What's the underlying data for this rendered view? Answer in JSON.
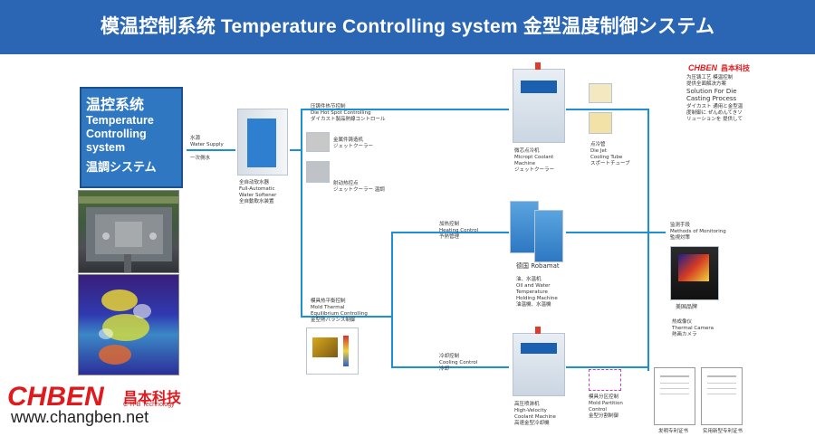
{
  "header": {
    "title": "模温控制系统 Temperature  Controlling system 金型温度制御システム"
  },
  "side_panel": {
    "title_cn": "温控系统",
    "title_en_lines": [
      "Temperature",
      "Controlling",
      "system"
    ],
    "title_jp": "温調システム"
  },
  "brand": {
    "logo_en": "CHBEN",
    "logo_cn": "昌本科技",
    "logo_sub": "C·H·B Technology",
    "website": "www.changben.net"
  },
  "top_right": {
    "logo_en": "CHBEN",
    "logo_cn": "昌本科技",
    "lines": [
      "为压铸工艺 模温控制",
      "提供全面解决方案",
      "Solution For Die",
      "Casting Process",
      "ダイカスト 通用と金型温",
      "度制御に ぜんめんてきソ",
      "リューションを 提供して"
    ]
  },
  "nodes": {
    "water_supply": [
      "水源",
      "Water Supply",
      "一次側水"
    ],
    "softener": [
      "全自动软水器",
      "Full-Automatic",
      "Water Softener",
      "全自動軟水装置"
    ],
    "hot_spot": [
      "压铸件热节控制",
      "Die Hot Spot Controlling",
      "ダイカスト製品熱線コントロール"
    ],
    "die_casting_machine": [
      "金属件铸造机",
      "ジェットクーラー"
    ],
    "cooling_hub": [
      "射动热控点",
      "ジェットクーラー 温調"
    ],
    "micropt": [
      "微芯点冷机",
      "Micropt Coolant",
      "Machine",
      "ジェットクーラー"
    ],
    "die_jet": [
      "点冷管",
      "Die Jet",
      "Cooling Tube",
      "スポートチューブ"
    ],
    "heating": [
      "加热控制",
      "Heating Control",
      "予熱管理"
    ],
    "robamat": "德国 Robamat",
    "oil_water": [
      "油、水温机",
      "Oil and Water",
      "Temperature",
      "Holding Machine",
      "油温機、水温機"
    ],
    "monitoring": [
      "监测手段",
      "Methods of Monitoring",
      "監視対策"
    ],
    "brand_us": "美国品牌",
    "thermal_camera": [
      "热成像仪",
      "Thermal Camera",
      "熱画カメラ"
    ],
    "equilibrium": [
      "模具热平衡控制",
      "Mold Thermal",
      "Equilibrium Controlling",
      "金型熱バランス制御"
    ],
    "cooling_control": [
      "冷却控制",
      "Cooling Control",
      "冷却"
    ],
    "high_velocity": [
      "高压喷淋机",
      "High-Velocity",
      "Coolant Machine",
      "高速金型冷却機"
    ],
    "partition": [
      "模具分区控制",
      "Mold Partition",
      "Control",
      "金型分割制御"
    ],
    "cert_1": "发明专利证书",
    "cert_2": "实用新型专利证书"
  },
  "colors": {
    "header_bg": "#2a66b3",
    "line": "#1c8fd6",
    "logo": "#e0191d",
    "panel": "#2f77c1"
  }
}
